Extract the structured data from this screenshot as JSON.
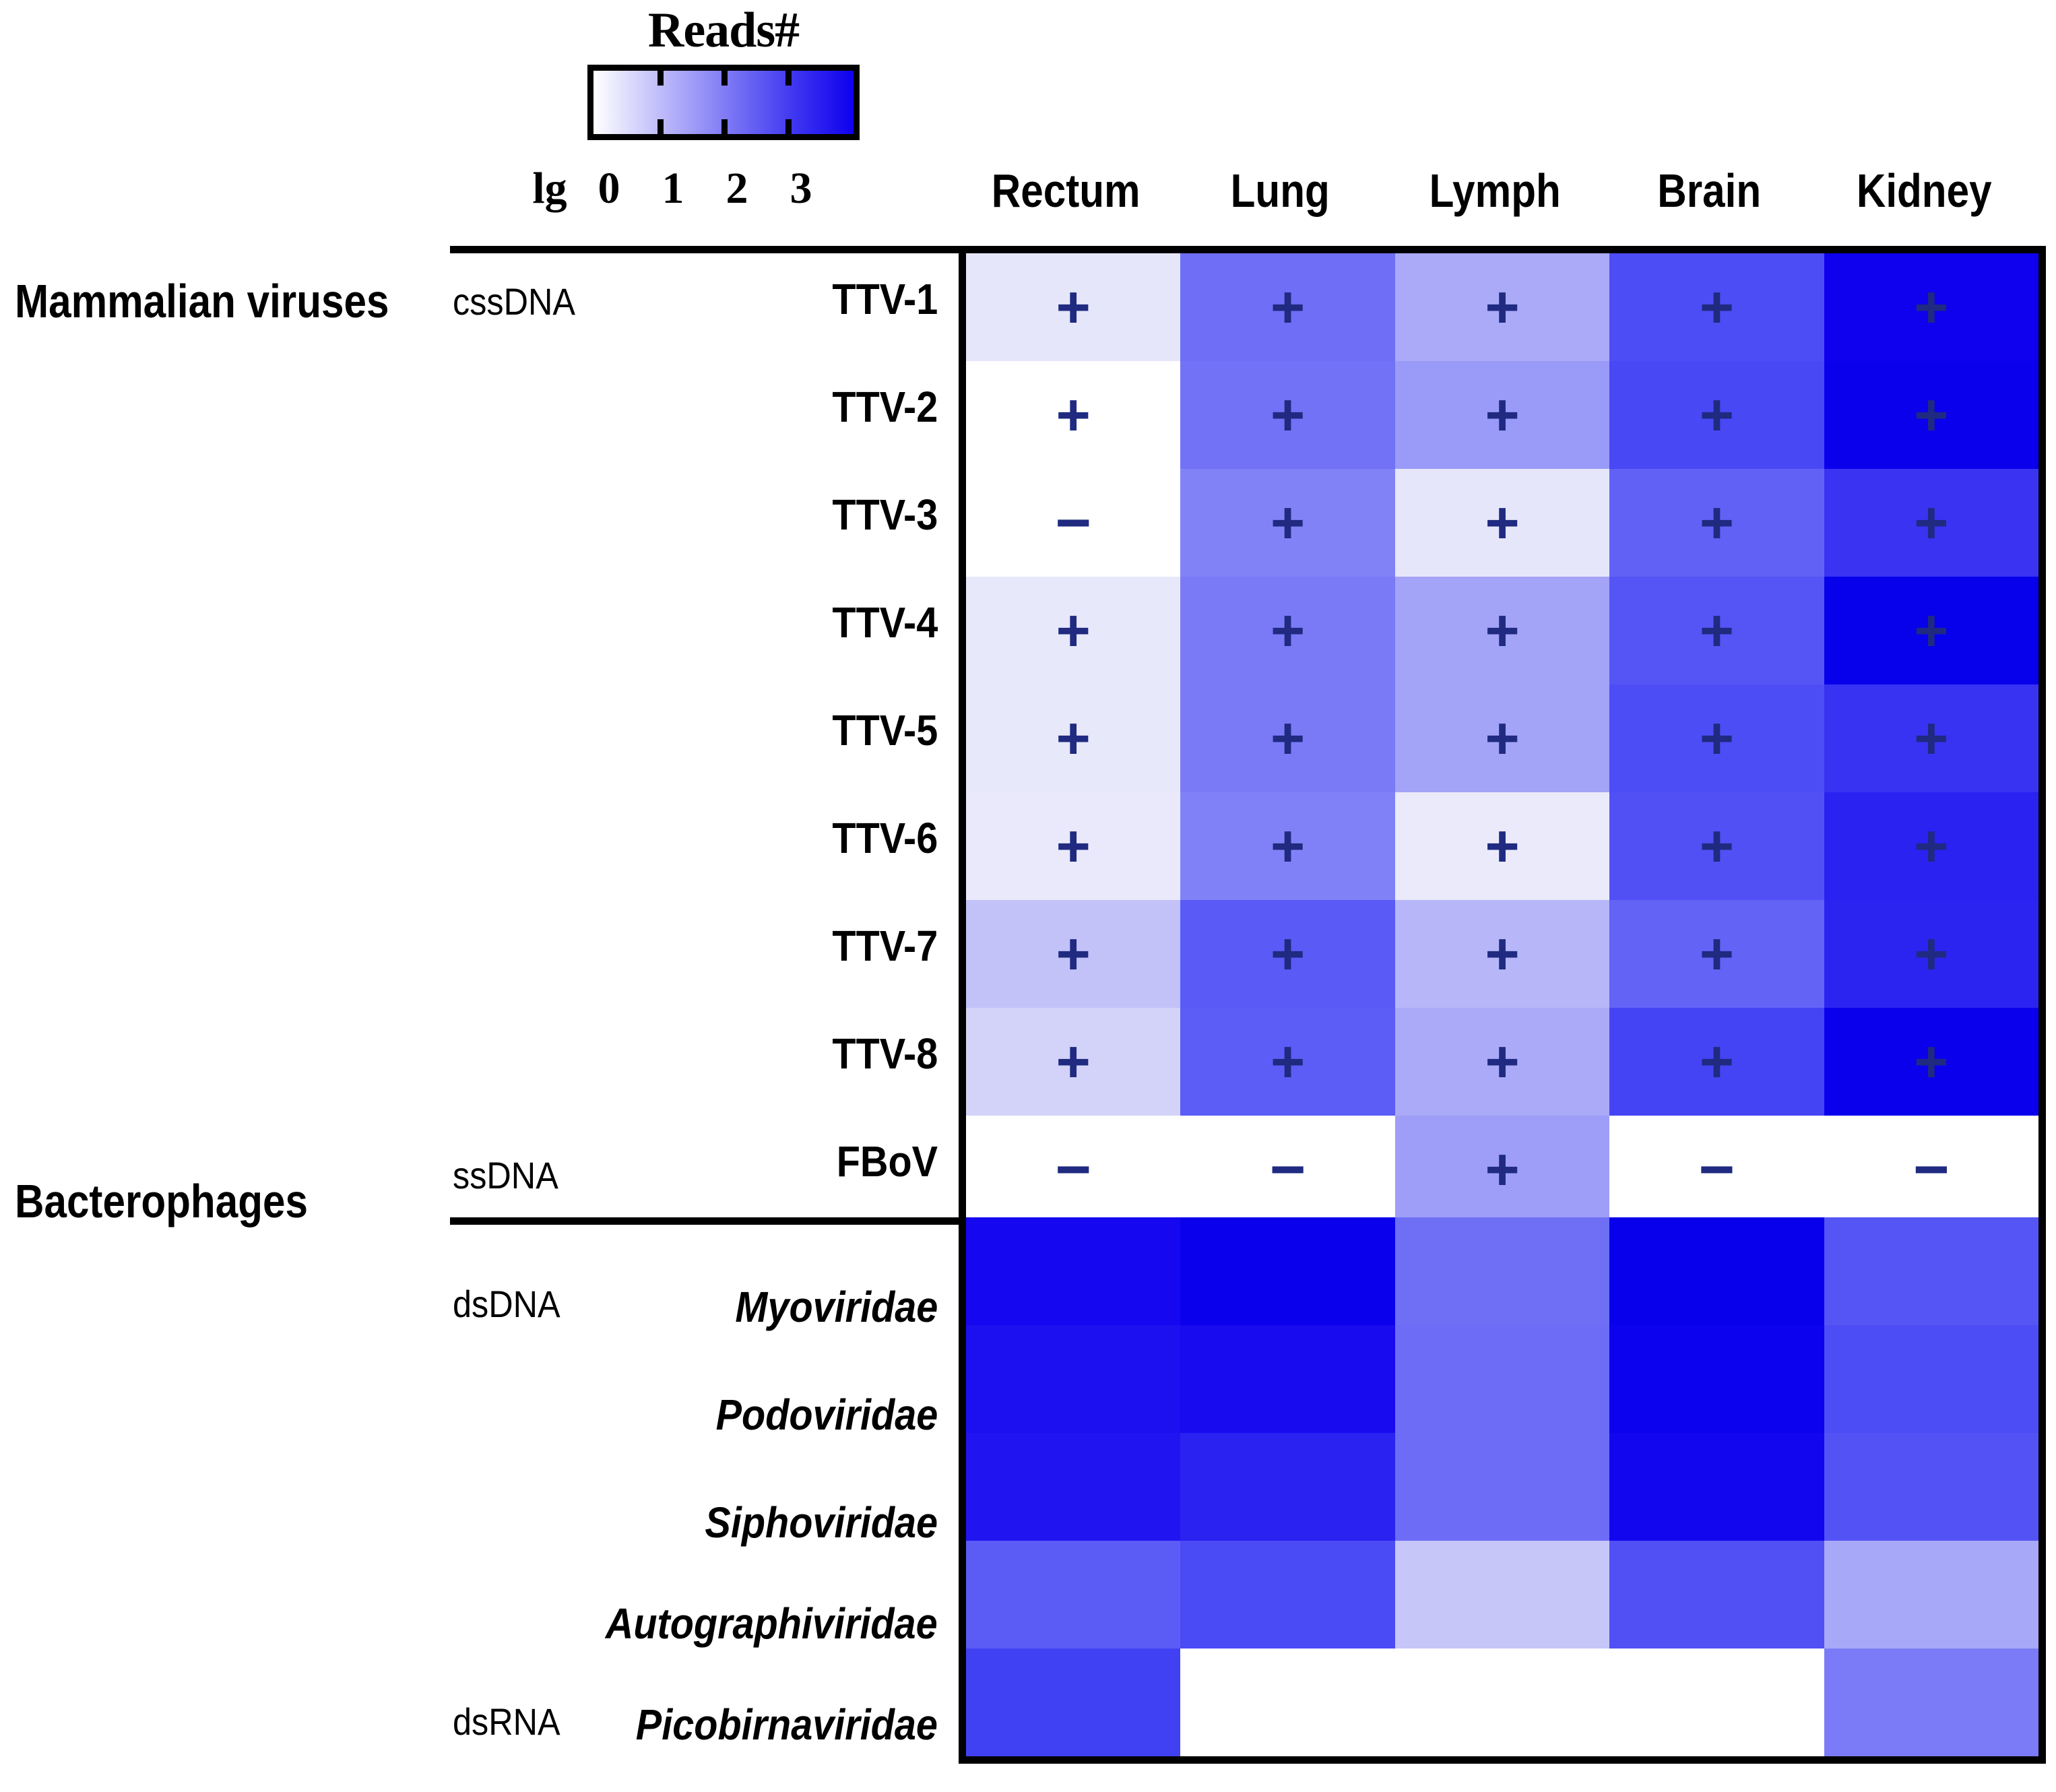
{
  "legend": {
    "title": "Reads#",
    "prefix_label": "lg",
    "ticks": [
      "0",
      "1",
      "2",
      "3"
    ],
    "gradient_low": "#ffffff",
    "gradient_high": "#0f00ee"
  },
  "columns": [
    "Rectum",
    "Lung",
    "Lymph",
    "Brain",
    "Kidney"
  ],
  "groups": [
    {
      "name": "Mammalian viruses"
    },
    {
      "name": "Bacterophages"
    }
  ],
  "genome_types": [
    "cssDNA",
    "ssDNA",
    "dsDNA",
    "dsRNA"
  ],
  "symbols": {
    "present": "+",
    "absent": "−"
  },
  "chart_data": {
    "type": "heatmap",
    "title": "Reads#",
    "xlabel": "",
    "ylabel": "",
    "colorbar_label": "lg",
    "colorbar_ticks": [
      0,
      1,
      2,
      3
    ],
    "colorbar_range": [
      0,
      3.6
    ],
    "colormap_low": "#ffffff",
    "colormap_high": "#0f00ee",
    "x_categories": [
      "Rectum",
      "Lung",
      "Lymph",
      "Brain",
      "Kidney"
    ],
    "y_categories": [
      "TTV-1",
      "TTV-2",
      "TTV-3",
      "TTV-4",
      "TTV-5",
      "TTV-6",
      "TTV-7",
      "TTV-8",
      "FBoV",
      "Myoviridae",
      "Podoviridae",
      "Siphoviridae",
      "Autographiviridae",
      "Picobirnaviridae"
    ],
    "rows": [
      {
        "label": "TTV-1",
        "group": "Mammalian viruses",
        "genome": "cssDNA",
        "italic": false,
        "values": [
          0.35,
          1.7,
          0.95,
          2.3,
          3.3
        ],
        "colors": [
          "#e6e6fa",
          "#6e6ef6",
          "#aaaaf8",
          "#4d4df5",
          "#0f00ee"
        ],
        "marks": [
          "+",
          "+",
          "+",
          "+",
          "+"
        ]
      },
      {
        "label": "TTV-2",
        "group": "Mammalian viruses",
        "genome": "",
        "italic": false,
        "values": [
          0.0,
          1.65,
          1.3,
          2.4,
          3.45
        ],
        "colors": [
          "#ffffff",
          "#7272f6",
          "#9a9af8",
          "#4848f5",
          "#0a00ec"
        ],
        "marks": [
          "+",
          "+",
          "+",
          "+",
          "+"
        ]
      },
      {
        "label": "TTV-3",
        "group": "Mammalian viruses",
        "genome": "",
        "italic": false,
        "values": [
          0.0,
          1.4,
          0.3,
          1.95,
          2.55
        ],
        "colors": [
          "#ffffff",
          "#8282f7",
          "#e6e6fa",
          "#6161f6",
          "#3a33f2"
        ],
        "marks": [
          "−",
          "+",
          "+",
          "+",
          "+"
        ]
      },
      {
        "label": "TTV-4",
        "group": "Mammalian viruses",
        "genome": "",
        "italic": false,
        "values": [
          0.35,
          1.55,
          1.05,
          2.15,
          3.5
        ],
        "colors": [
          "#e8e8fb",
          "#7a7af7",
          "#a3a3f8",
          "#5555f5",
          "#0600eb"
        ],
        "marks": [
          "+",
          "+",
          "+",
          "+",
          "+"
        ]
      },
      {
        "label": "TTV-5",
        "group": "Mammalian viruses",
        "genome": "",
        "italic": false,
        "values": [
          0.35,
          1.55,
          1.05,
          2.3,
          2.6
        ],
        "colors": [
          "#e8e8fb",
          "#7a7af7",
          "#a3a3f8",
          "#4d4df5",
          "#3833f2"
        ],
        "marks": [
          "+",
          "+",
          "+",
          "+",
          "+"
        ]
      },
      {
        "label": "TTV-6",
        "group": "Mammalian viruses",
        "genome": "",
        "italic": false,
        "values": [
          0.3,
          1.5,
          0.25,
          2.25,
          2.85
        ],
        "colors": [
          "#e9e9fb",
          "#8181f7",
          "#eaeafb",
          "#5050f5",
          "#2a22f0"
        ],
        "marks": [
          "+",
          "+",
          "+",
          "+",
          "+"
        ]
      },
      {
        "label": "TTV-7",
        "group": "Mammalian viruses",
        "genome": "",
        "italic": false,
        "values": [
          0.75,
          2.0,
          0.85,
          1.85,
          2.8
        ],
        "colors": [
          "#c2c2f9",
          "#5a5af6",
          "#b6b6f9",
          "#6363f6",
          "#2b24f0"
        ],
        "marks": [
          "+",
          "+",
          "+",
          "+",
          "+"
        ]
      },
      {
        "label": "TTV-8",
        "group": "Mammalian viruses",
        "genome": "",
        "italic": false,
        "values": [
          0.55,
          1.95,
          0.95,
          2.45,
          3.4
        ],
        "colors": [
          "#d3d3f9",
          "#5c5cf6",
          "#aaaaf8",
          "#4444f4",
          "#0b00ec"
        ],
        "marks": [
          "+",
          "+",
          "+",
          "+",
          "+"
        ]
      },
      {
        "label": "FBoV",
        "group": "Mammalian viruses",
        "genome": "ssDNA",
        "italic": false,
        "values": [
          0.0,
          0.0,
          1.1,
          0.0,
          0.0
        ],
        "colors": [
          "#ffffff",
          "#ffffff",
          "#9e9ef8",
          "#ffffff",
          "#ffffff"
        ],
        "marks": [
          "−",
          "−",
          "+",
          "−",
          "−"
        ]
      },
      {
        "label": "Myoviridae",
        "group": "Bacterophages",
        "genome": "dsDNA",
        "italic": true,
        "values": [
          3.25,
          3.5,
          1.7,
          3.55,
          2.15
        ],
        "colors": [
          "#1507ef",
          "#0a00ec",
          "#6f6ff6",
          "#0800eb",
          "#5555f5"
        ],
        "marks": [
          "",
          "",
          "",
          "",
          ""
        ]
      },
      {
        "label": "Podoviridae",
        "group": "Bacterophages",
        "genome": "",
        "italic": true,
        "values": [
          3.1,
          3.2,
          1.75,
          3.45,
          2.3
        ],
        "colors": [
          "#1c10f0",
          "#190bef",
          "#6c6cf6",
          "#0d02ed",
          "#4d4df5"
        ],
        "marks": [
          "",
          "",
          "",
          "",
          ""
        ]
      },
      {
        "label": "Siphoviridae",
        "group": "Bacterophages",
        "genome": "",
        "italic": true,
        "values": [
          3.05,
          2.85,
          1.75,
          3.35,
          2.2
        ],
        "colors": [
          "#2014f0",
          "#2a22f0",
          "#6c6cf6",
          "#1206ee",
          "#5252f5"
        ],
        "marks": [
          "",
          "",
          "",
          "",
          ""
        ]
      },
      {
        "label": "Autographiviridae",
        "group": "Bacterophages",
        "genome": "",
        "italic": true,
        "values": [
          2.05,
          2.35,
          0.7,
          2.25,
          0.95
        ],
        "colors": [
          "#5b5bf6",
          "#4b4bf5",
          "#c6c6f9",
          "#5050f5",
          "#a8a8f8"
        ],
        "marks": [
          "",
          "",
          "",
          "",
          ""
        ]
      },
      {
        "label": "Picobirnaviridae",
        "group": "Bacterophages",
        "genome": "dsRNA",
        "italic": true,
        "values": [
          2.4,
          0.0,
          0.0,
          0.0,
          1.75
        ],
        "colors": [
          "#4141f4",
          "#ffffff",
          "#ffffff",
          "#ffffff",
          "#7b7bf7"
        ],
        "marks": [
          "",
          "",
          "",
          "",
          ""
        ]
      }
    ]
  }
}
